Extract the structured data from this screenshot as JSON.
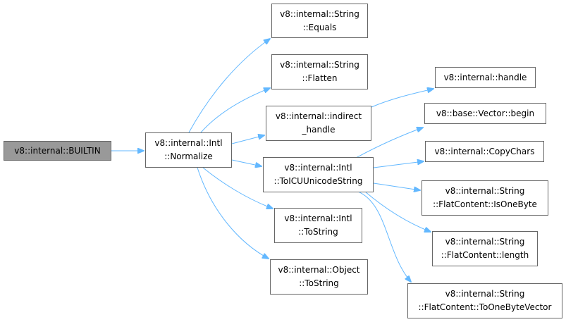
{
  "graph": {
    "edge_color": "#63b8ff",
    "node_border_color": "#666666",
    "root_fill_color": "#999999",
    "nodes": {
      "builtin": {
        "lines": [
          "v8::internal::BUILTIN"
        ]
      },
      "normalize": {
        "lines": [
          "v8::internal::Intl",
          "::Normalize"
        ]
      },
      "equals": {
        "lines": [
          "v8::internal::String",
          "::Equals"
        ]
      },
      "flatten": {
        "lines": [
          "v8::internal::String",
          "::Flatten"
        ]
      },
      "indirect": {
        "lines": [
          "v8::internal::indirect",
          "_handle"
        ]
      },
      "toicu": {
        "lines": [
          "v8::internal::Intl",
          "::ToICUUnicodeString"
        ]
      },
      "intl_tostring": {
        "lines": [
          "v8::internal::Intl",
          "::ToString"
        ]
      },
      "obj_tostring": {
        "lines": [
          "v8::internal::Object",
          "::ToString"
        ]
      },
      "handle": {
        "lines": [
          "v8::internal::handle"
        ]
      },
      "vector_begin": {
        "lines": [
          "v8::base::Vector::begin"
        ]
      },
      "copychars": {
        "lines": [
          "v8::internal::CopyChars"
        ]
      },
      "isonebyte": {
        "lines": [
          "v8::internal::String",
          "::FlatContent::IsOneByte"
        ]
      },
      "length": {
        "lines": [
          "v8::internal::String",
          "::FlatContent::length"
        ]
      },
      "toonebytevec": {
        "lines": [
          "v8::internal::String",
          "::FlatContent::ToOneByteVector"
        ]
      }
    }
  }
}
